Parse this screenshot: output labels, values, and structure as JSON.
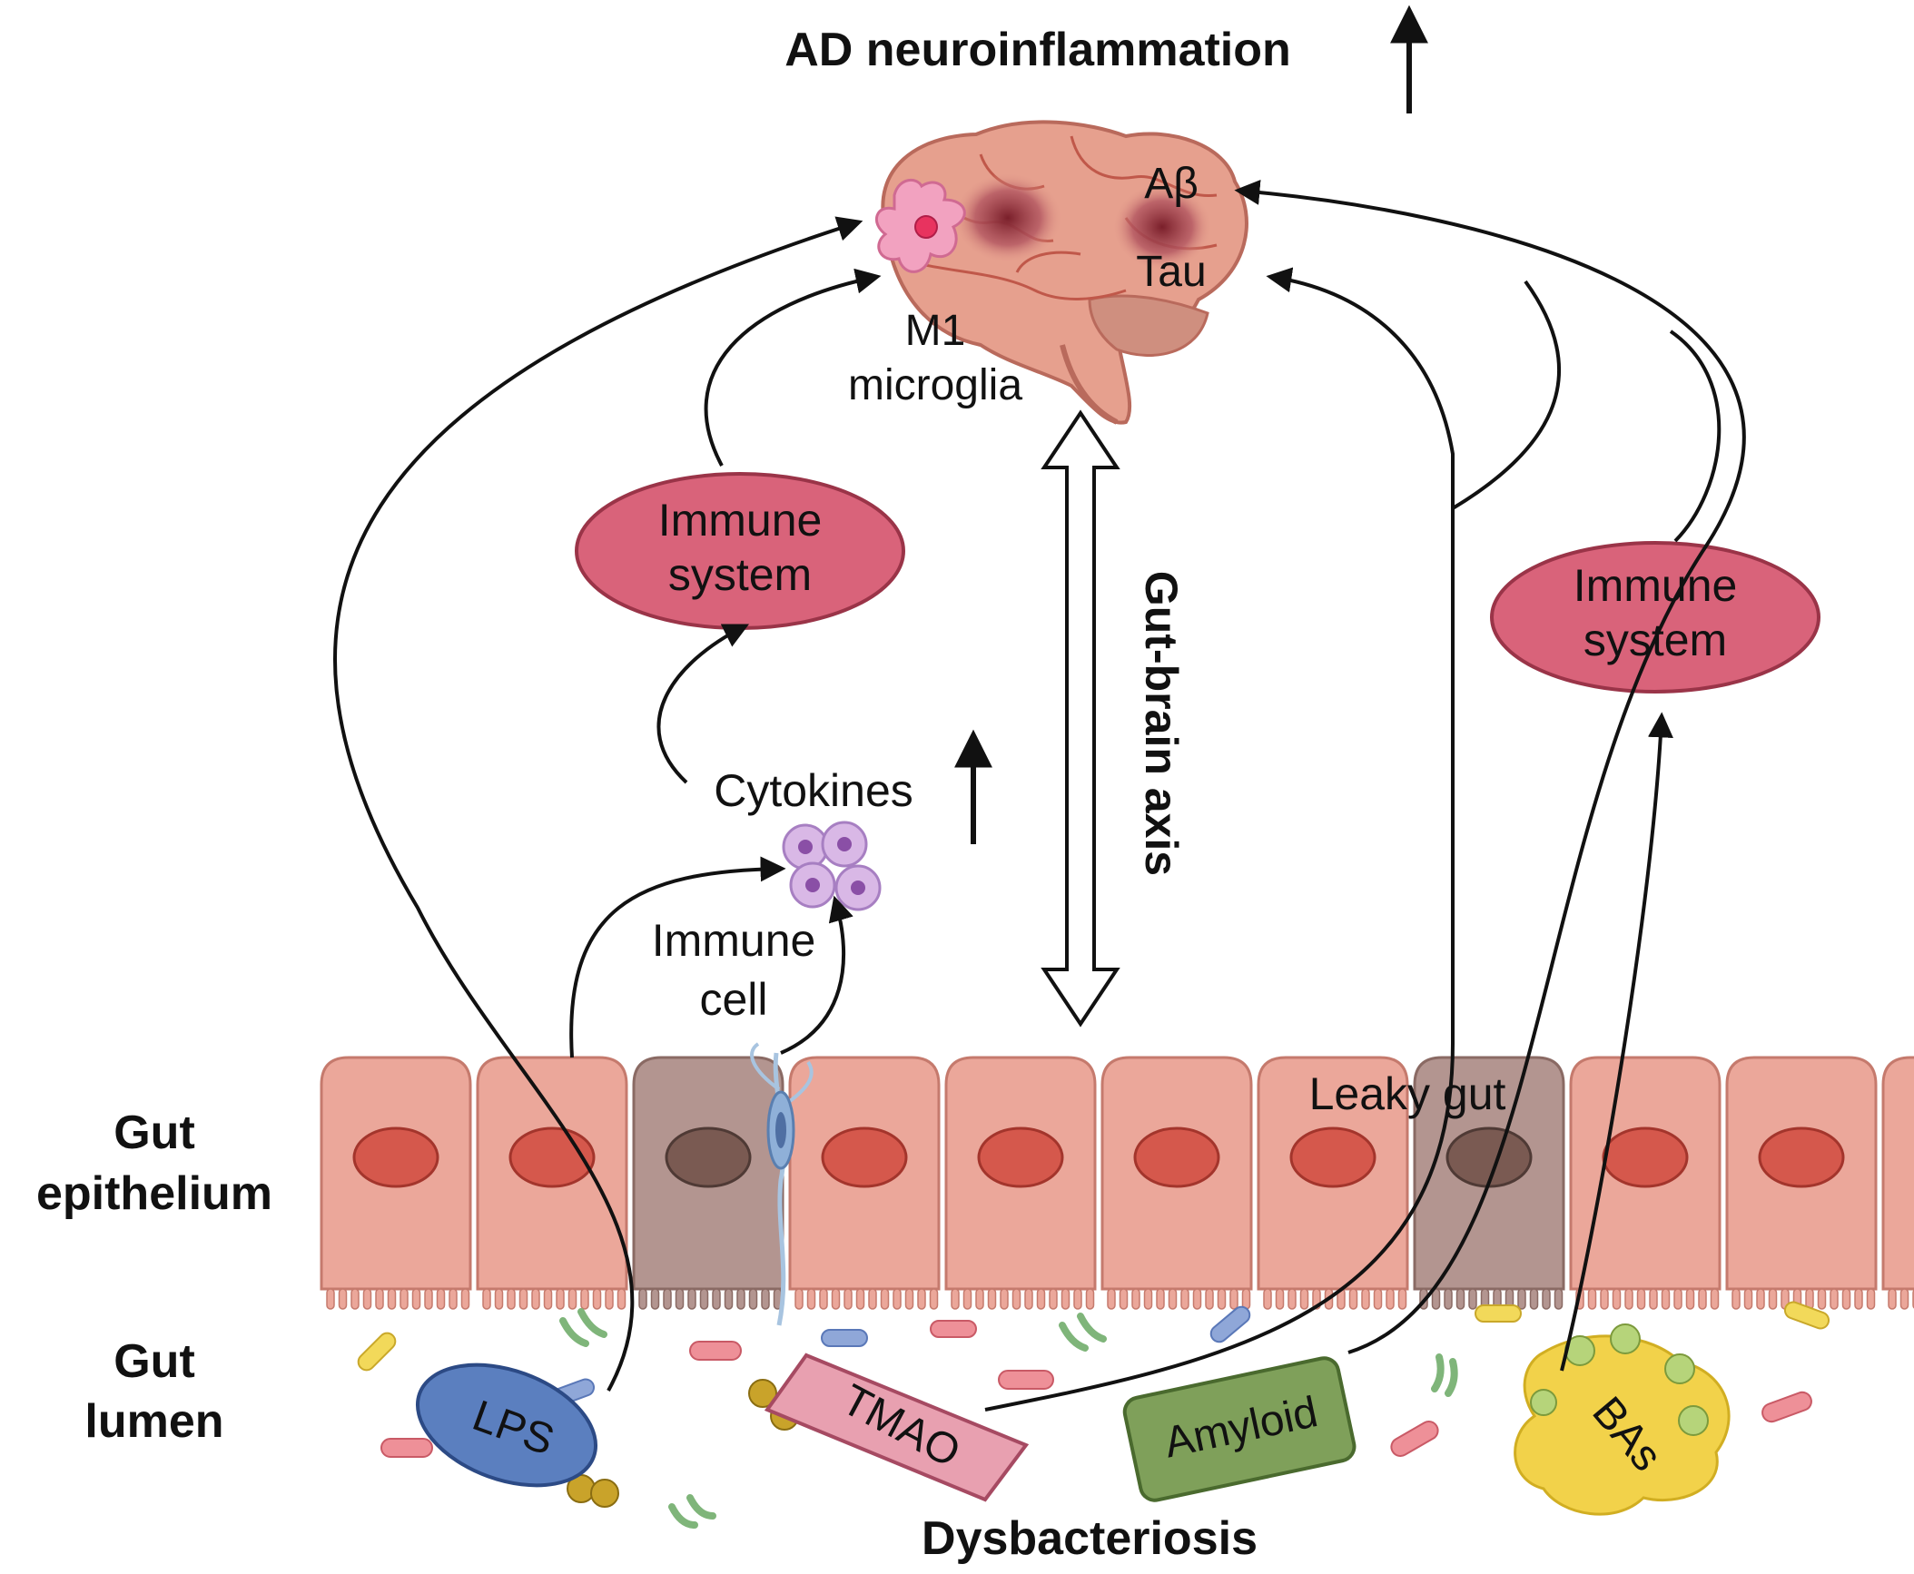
{
  "title": "AD neuroinflammation",
  "brain": {
    "abeta": "Aβ",
    "tau": "Tau",
    "microglia_line1": "M1",
    "microglia_line2": "microglia"
  },
  "immune_left": {
    "line1": "Immune",
    "line2": "system"
  },
  "immune_right": {
    "line1": "Immune",
    "line2": "system"
  },
  "cytokines": "Cytokines",
  "immune_cell": {
    "line1": "Immune",
    "line2": "cell"
  },
  "axis_label": "Gut-brain axis",
  "epithelium_label": {
    "line1": "Gut",
    "line2": "epithelium"
  },
  "lumen_label": {
    "line1": "Gut",
    "line2": "lumen"
  },
  "leaky_gut": "Leaky gut",
  "metabolites": {
    "lps": "LPS",
    "tmao": "TMAO",
    "amyloid": "Amyloid",
    "bas": "BAs"
  },
  "bottom_label": "Dysbacteriosis",
  "colors": {
    "immune_fill": "#d9637a",
    "lps_fill": "#5b7fbf",
    "tmao_fill": "#e8a0b0",
    "amyloid_fill": "#7fa05a",
    "bas_fill": "#f2d24a",
    "cell_fill": "#eba79a",
    "nucleus_fill": "#d5584c",
    "brain_fill": "#e6a08e"
  }
}
